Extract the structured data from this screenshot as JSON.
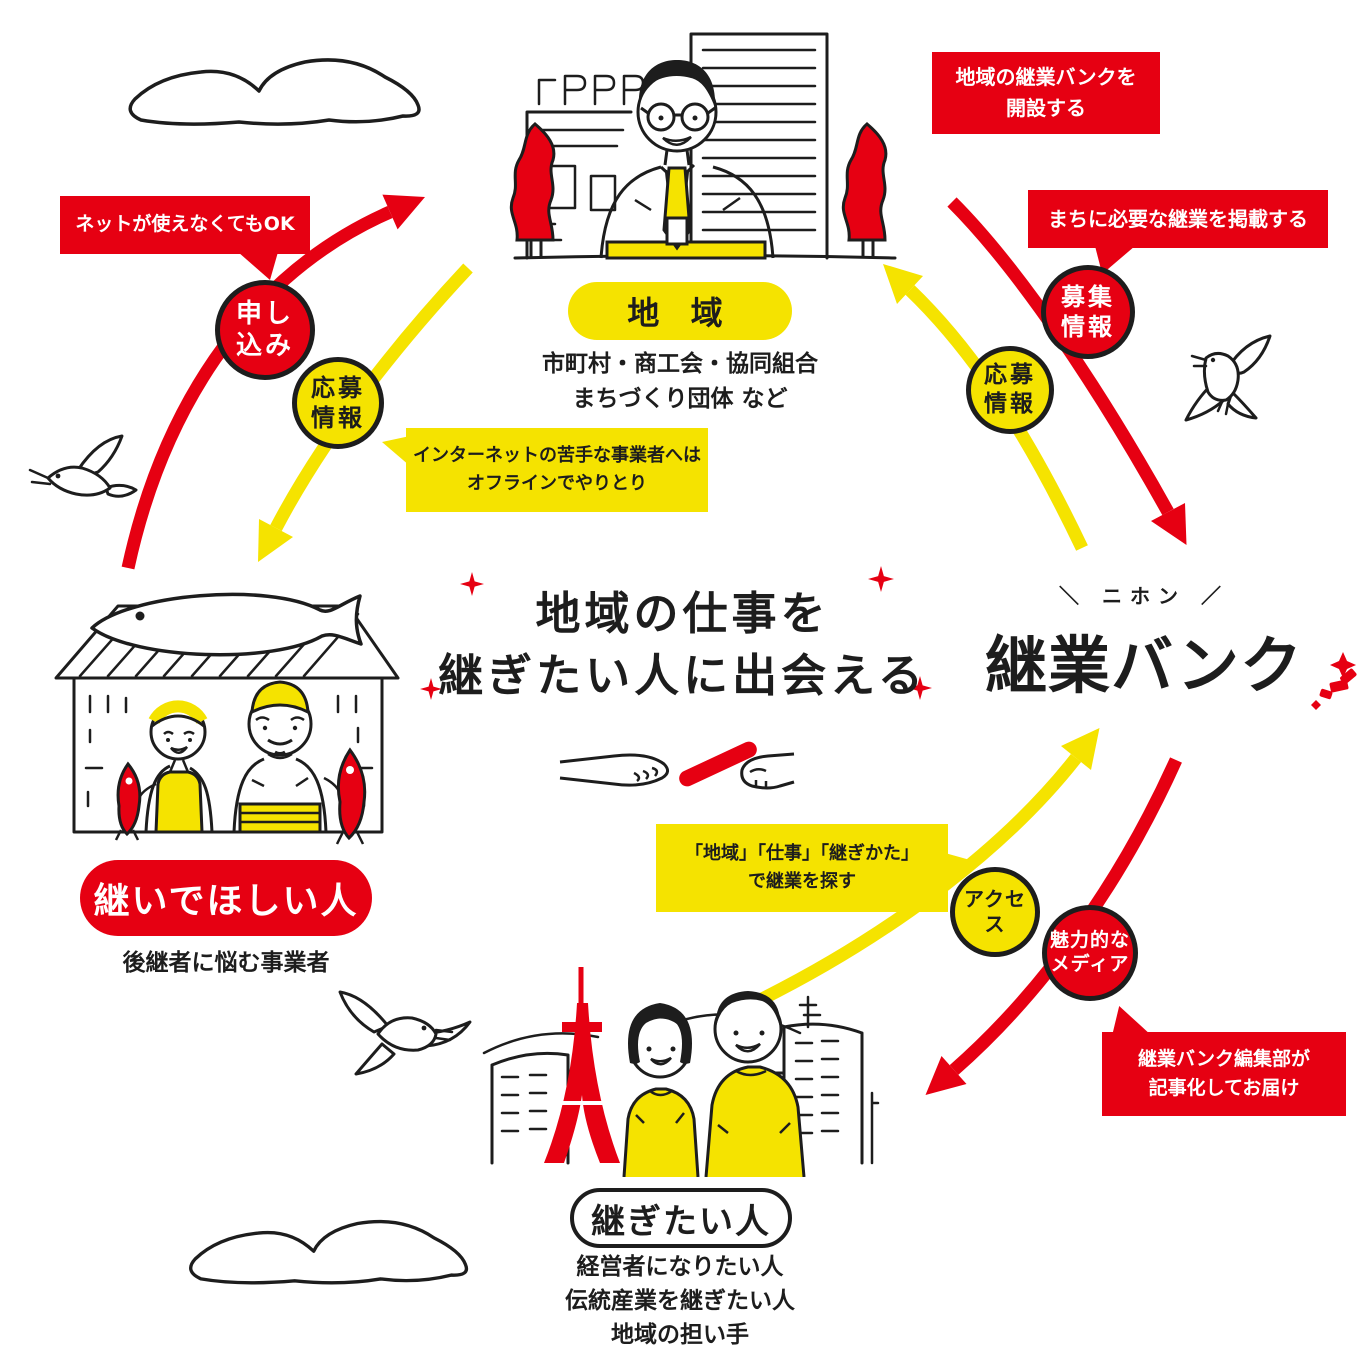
{
  "colors": {
    "red": "#e60012",
    "yellow": "#f5e300",
    "ink": "#1d1d1d",
    "white": "#ffffff"
  },
  "center": {
    "headline1": "地域の仕事を",
    "headline2": "継ぎたい人に出会える"
  },
  "logo": {
    "kana": "＼ ニホン ／",
    "name": "継業バンク"
  },
  "nodes": {
    "region": {
      "label": "地 域",
      "desc1": "市町村・商工会・協同組合",
      "desc2": "まちづくり団体 など"
    },
    "owner": {
      "label": "継いでほしい人",
      "desc": "後継者に悩む事業者"
    },
    "successor": {
      "label": "継ぎたい人",
      "desc1": "経営者になりたい人",
      "desc2": "伝統産業を継ぎたい人",
      "desc3": "地域の担い手"
    }
  },
  "badges": {
    "apply": {
      "line1": "申し",
      "line2": "込み"
    },
    "apply_info_left": {
      "line1": "応募",
      "line2": "情報"
    },
    "recruit_info": {
      "line1": "募集",
      "line2": "情報"
    },
    "apply_info_right": {
      "line1": "応募",
      "line2": "情報"
    },
    "access": {
      "line1": "アクセス"
    },
    "media": {
      "line1": "魅力的な",
      "line2": "メディア"
    }
  },
  "callouts": {
    "no_net": "ネットが使えなくてもOK",
    "offline1": "インターネットの苦手な事業者へは",
    "offline2": "オフラインでやりとり",
    "open_bank1": "地域の継業バンクを",
    "open_bank2": "開設する",
    "publish": "まちに必要な継業を掲載する",
    "search1": "「地域」「仕事」「継ぎかた」",
    "search2": "で継業を探す",
    "editorial1": "継業バンク編集部が",
    "editorial2": "記事化してお届け"
  },
  "icons": {
    "cloud": "cloud-icon",
    "bird": "bird-icon",
    "sparkle": "sparkle-icon",
    "baton": "baton-icon",
    "japan_map": "japan-map-icon",
    "tokyo_tower": "tokyo-tower-icon",
    "fish_sign": "fish-sign-icon",
    "red_fish": "red-fish-icon",
    "tree": "tree-icon"
  }
}
